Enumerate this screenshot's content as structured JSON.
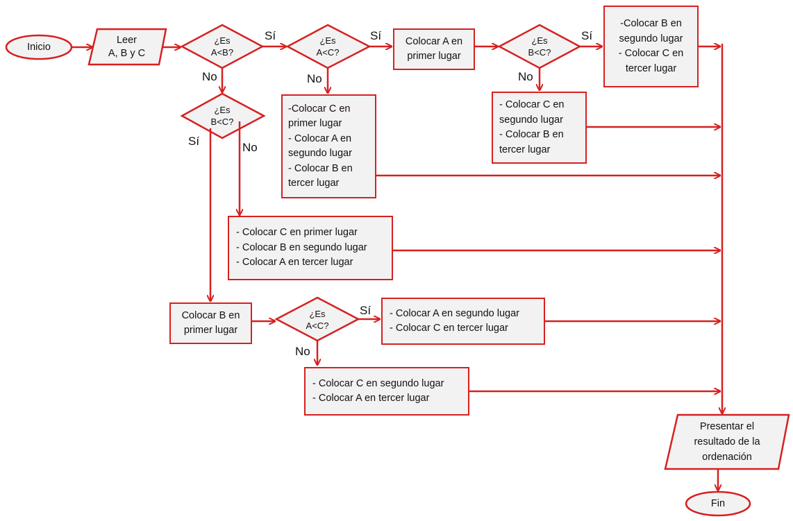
{
  "start": "Inicio",
  "end": "Fin",
  "read": [
    "Leer",
    "A, B y C"
  ],
  "decisions": {
    "a_lt_b": [
      "¿Es",
      "A<B?"
    ],
    "a_lt_c_top": [
      "¿Es",
      "A<C?"
    ],
    "b_lt_c_top": [
      "¿Es",
      "B<C?"
    ],
    "b_lt_c_left": [
      "¿Es",
      "B<C?"
    ],
    "a_lt_c_bottom": [
      "¿Es",
      "A<C?"
    ]
  },
  "labels": {
    "yes": "Sí",
    "no": "No"
  },
  "boxes": {
    "a_first": [
      "Colocar A en",
      "primer lugar"
    ],
    "b2_c3": [
      "-Colocar B en",
      "segundo lugar",
      "- Colocar C en",
      "tercer lugar"
    ],
    "c1_a2_b3": [
      "-Colocar C en",
      "primer lugar",
      "- Colocar A en",
      "segundo lugar",
      "- Colocar B en",
      "tercer lugar"
    ],
    "c2_b3": [
      "- Colocar C en",
      "segundo lugar",
      "- Colocar B en",
      "tercer lugar"
    ],
    "c1_b2_a3": [
      "- Colocar C en primer lugar",
      "- Colocar B en segundo  lugar",
      "- Colocar A en tercer lugar"
    ],
    "b_first": [
      "Colocar B en",
      "primer lugar"
    ],
    "a2_c3": [
      "- Colocar A en segundo lugar",
      "- Colocar C en tercer lugar"
    ],
    "c2_a3": [
      "- Colocar C en segundo lugar",
      "- Colocar A en tercer lugar"
    ]
  },
  "output": [
    "Presentar el",
    "resultado de la",
    "ordenación"
  ],
  "colors": {
    "stroke": "#d62020",
    "fill": "#f2f2f2"
  }
}
